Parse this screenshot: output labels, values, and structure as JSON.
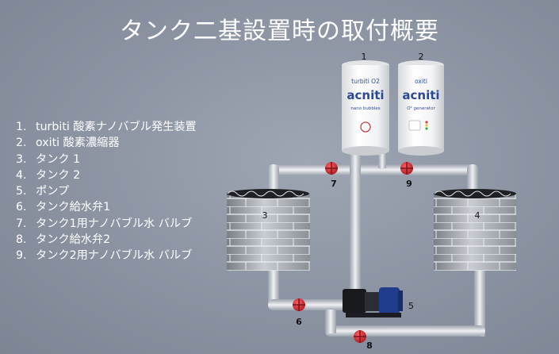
{
  "title": "タンク二基設置時の取付概要",
  "legend": [
    {
      "num": "1.",
      "text": "turbiti 酸素ナノバブル発生装置"
    },
    {
      "num": "2.",
      "text": "oxiti 酸素濃縮器"
    },
    {
      "num": "3.",
      "text": "タンク 1"
    },
    {
      "num": "4.",
      "text": "タンク 2"
    },
    {
      "num": "5.",
      "text": "ポンプ"
    },
    {
      "num": "6.",
      "text": "タンク給水弁1"
    },
    {
      "num": "7.",
      "text": "タンク1用ナノバブル水 バルブ"
    },
    {
      "num": "8.",
      "text": "タンク給水弁2"
    },
    {
      "num": "9.",
      "text": "タンク2用ナノバブル水 バルブ"
    }
  ],
  "device1": {
    "number": "1",
    "model": "turbiti O2",
    "brand": "acniti",
    "caption": "nano bubbles"
  },
  "device2": {
    "number": "2",
    "model": "oxiti",
    "brand": "acniti",
    "caption": "O² generator"
  },
  "callouts": {
    "tank1": "3",
    "tank2": "4",
    "pump": "5",
    "v6": "6",
    "v7": "7",
    "v8": "8",
    "v9": "9"
  },
  "colors": {
    "background": "#8b93a2",
    "pipe": "#c9ced6",
    "valve": "#c0282e",
    "pump": "#1f3d8c",
    "brand": "#2b4a96"
  },
  "icons": {
    "valve": "valve-icon",
    "pump": "pump-icon"
  }
}
